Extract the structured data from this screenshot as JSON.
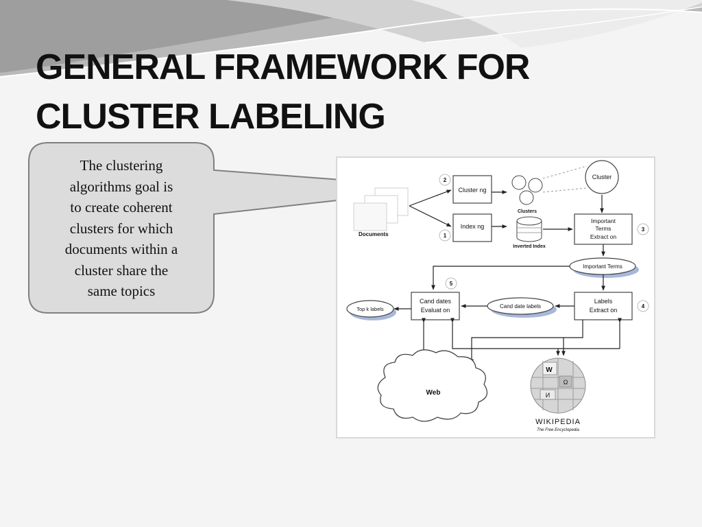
{
  "slide": {
    "title_lines": [
      "GENERAL FRAMEWORK FOR",
      "CLUSTER LABELING"
    ]
  },
  "callout": {
    "lines": [
      "The clustering",
      "algorithms  goal is",
      "to create coherent",
      "clusters for which",
      "documents within a",
      "cluster share the",
      "same topics"
    ]
  },
  "diagram": {
    "documents_label": "Documents",
    "clustering_box": "Cluster ng",
    "indexing_box": "Index ng",
    "clusters_label": "Clusters",
    "inverted_index_label": "Inverted Index",
    "cluster_circle": "Cluster",
    "important_terms_extraction": [
      "Important",
      "Terms",
      "Extract on"
    ],
    "important_terms": "Important Terms",
    "labels_extraction": [
      "Labels",
      "Extract on"
    ],
    "candidate_labels": "Cand date labels",
    "candidates_evaluation": [
      "Cand dates",
      "Evaluat on"
    ],
    "top_k_labels": "Top k labels",
    "web": "Web",
    "wikipedia_name": "WIKIPEDIA",
    "wikipedia_tagline": "The Free Encyclopedia",
    "step_numbers": [
      "1",
      "2",
      "3",
      "4",
      "5"
    ]
  },
  "colors": {
    "callout_fill": "#dcdcdc",
    "callout_stroke": "#7f7f7f",
    "wave_gray": "#a9a9a9",
    "ellipse_shadow": "#a7b8da"
  }
}
